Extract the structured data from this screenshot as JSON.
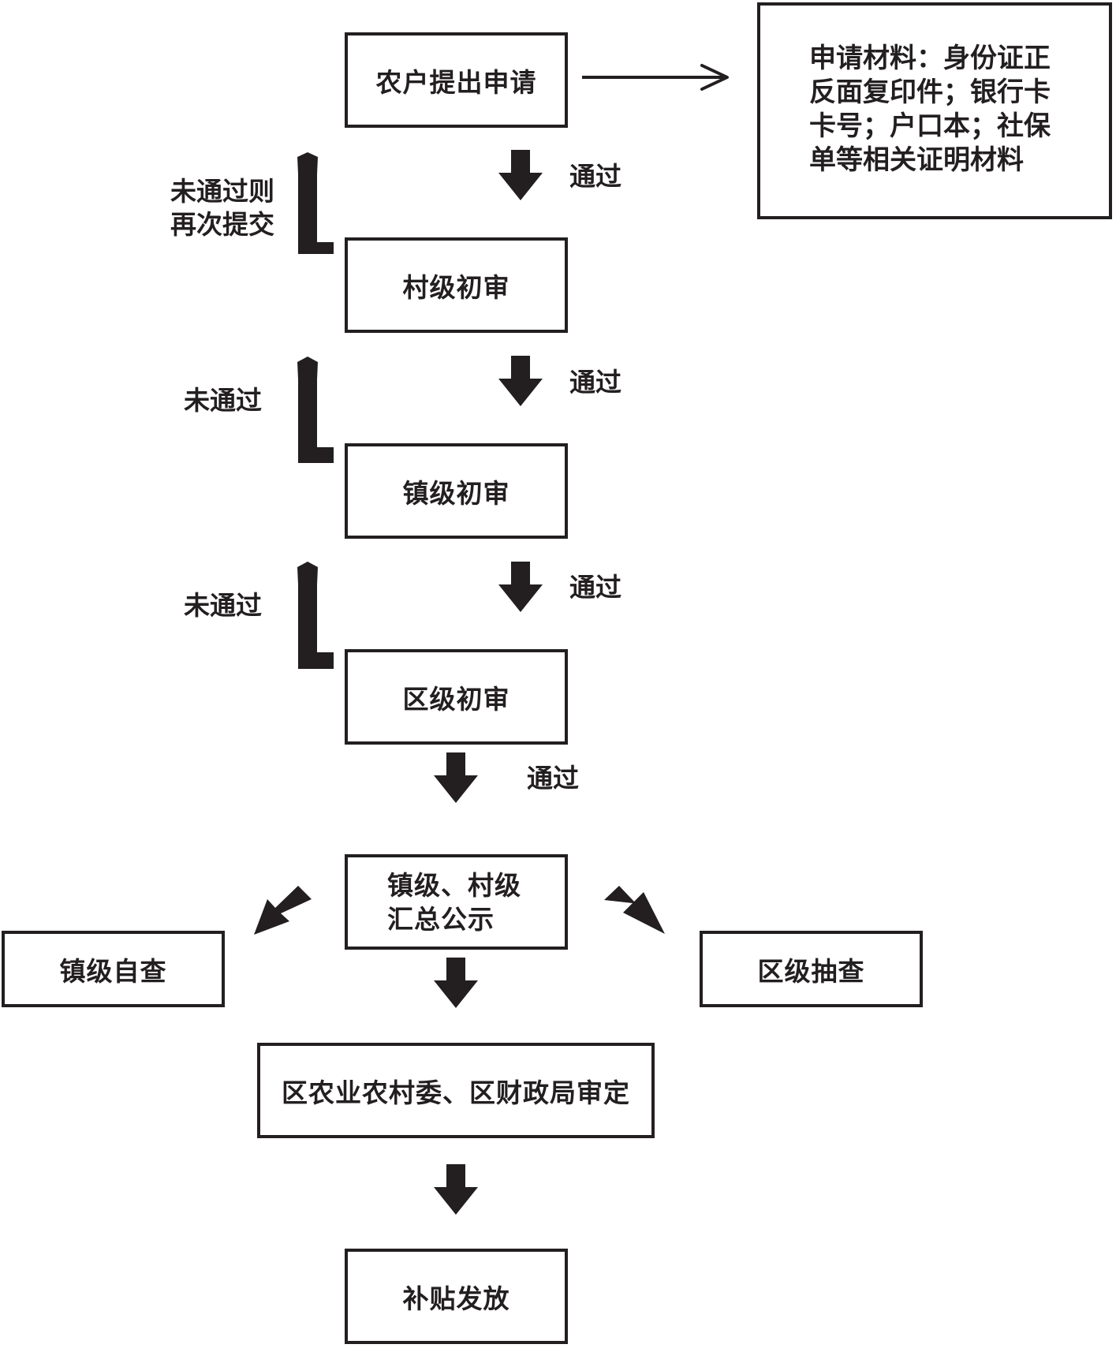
{
  "nodes": {
    "apply": "农户提出申请",
    "materials": "申请材料：身份证正\n反面复印件；银行卡\n卡号；户口本；社保\n单等相关证明材料",
    "village_review": "村级初审",
    "town_review": "镇级初审",
    "district_review": "区级初审",
    "publicize": "镇级、村级\n汇总公示",
    "town_selfcheck": "镇级自查",
    "district_spotcheck": "区级抽查",
    "approval": "区农业农村委、区财政局审定",
    "payout": "补贴发放"
  },
  "labels": {
    "pass_1": "通过",
    "pass_2": "通过",
    "pass_3": "通过",
    "pass_4": "通过",
    "fail_1": "未通过则\n再次提交",
    "fail_2": "未通过",
    "fail_3": "未通过"
  },
  "colors": {
    "ink": "#231f20",
    "background": "#ffffff"
  }
}
